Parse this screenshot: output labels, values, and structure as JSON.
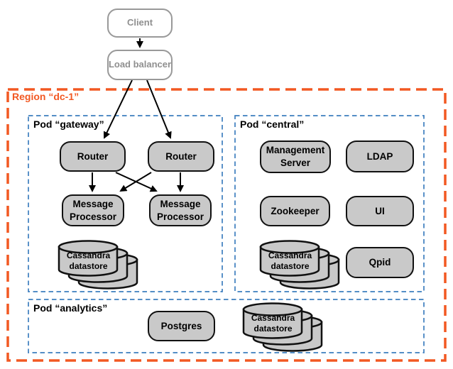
{
  "region": {
    "label": "Region “dc-1”"
  },
  "pods": {
    "gateway": {
      "label": "Pod “gateway”"
    },
    "central": {
      "label": "Pod “central”"
    },
    "analytics": {
      "label": "Pod “analytics”"
    }
  },
  "nodes": {
    "client": "Client",
    "load_balancer": "Load balancer",
    "router_1": "Router",
    "router_2": "Router",
    "message_processor_1": "Message Processor",
    "message_processor_2": "Message Processor",
    "management_server": "Management Server",
    "ldap": "LDAP",
    "zookeeper": "Zookeeper",
    "ui": "UI",
    "qpid": "Qpid",
    "postgres": "Postgres",
    "cassandra_gateway": "Cassandra datastore",
    "cassandra_central": "Cassandra datastore",
    "cassandra_analytics": "Cassandra datastore"
  },
  "edges": [
    {
      "from": "client",
      "to": "load_balancer"
    },
    {
      "from": "load_balancer",
      "to": "router_1"
    },
    {
      "from": "load_balancer",
      "to": "router_2"
    },
    {
      "from": "router_1",
      "to": "message_processor_1"
    },
    {
      "from": "router_1",
      "to": "message_processor_2"
    },
    {
      "from": "router_2",
      "to": "message_processor_1"
    },
    {
      "from": "router_2",
      "to": "message_processor_2"
    }
  ],
  "colors": {
    "region_border": "#f25822",
    "pod_border": "#3d7ebe",
    "node_fill": "#c9c9c9",
    "node_border": "#111111",
    "external_border": "#999999",
    "external_text": "#8f8f8f",
    "arrow": "#000000"
  }
}
